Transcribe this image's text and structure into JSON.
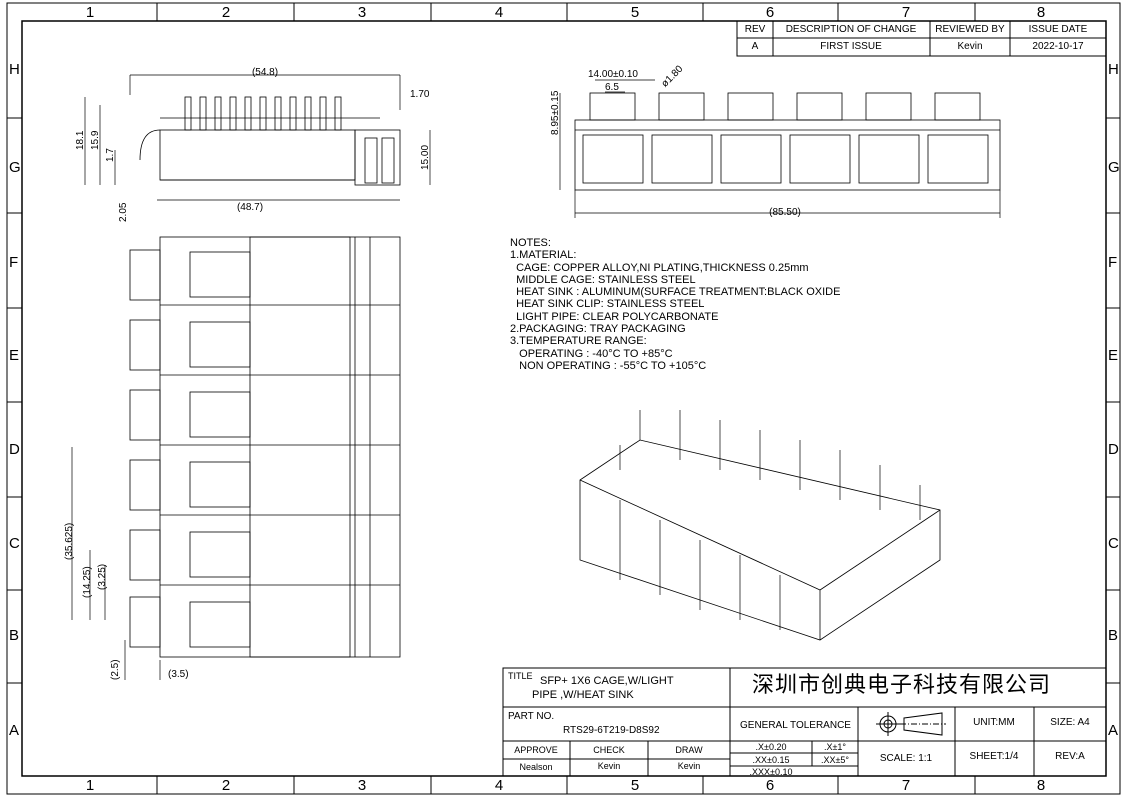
{
  "grid": {
    "columns": [
      "1",
      "2",
      "3",
      "4",
      "5",
      "6",
      "7",
      "8"
    ],
    "rows": [
      "H",
      "G",
      "F",
      "E",
      "D",
      "C",
      "B",
      "A"
    ]
  },
  "revision_table": {
    "headers": [
      "REV",
      "DESCRIPTION OF CHANGE",
      "REVIEWED BY",
      "ISSUE DATE"
    ],
    "rows": [
      [
        "A",
        "FIRST ISSUE",
        "Kevin",
        "2022-10-17"
      ]
    ]
  },
  "dimensions": {
    "side_view": [
      "(54.8)",
      "1.70",
      "18.1",
      "15.9",
      "1.7",
      "15.00",
      "2.05",
      "(48.7)"
    ],
    "front_view": [
      "14.00±0.10",
      "6.5",
      "ø1.80",
      "8.95±0.15",
      "(85.50)"
    ],
    "top_view": [
      "(35.625)",
      "(14.25)",
      "(3.25)",
      "(2.5)",
      "(3.5)"
    ]
  },
  "notes": {
    "heading": "NOTES:",
    "lines": [
      "1.MATERIAL:",
      "  CAGE: COPPER ALLOY,NI PLATING,THICKNESS 0.25mm",
      "  MIDDLE CAGE: STAINLESS STEEL",
      "  HEAT SINK : ALUMINUM(SURFACE TREATMENT:BLACK OXIDE",
      "  HEAT SINK CLIP: STAINLESS STEEL",
      "  LIGHT PIPE: CLEAR POLYCARBONATE",
      "2.PACKAGING: TRAY PACKAGING",
      "3.TEMPERATURE RANGE:",
      "   OPERATING : -40°C TO +85°C",
      "   NON OPERATING : -55°C TO +105°C"
    ]
  },
  "title_block": {
    "title_label": "TITLE",
    "title_line1": "SFP+ 1X6 CAGE,W/LIGHT",
    "title_line2": "PIPE ,W/HEAT SINK",
    "company": "深圳市创典电子科技有限公司",
    "part_no_label": "PART NO.",
    "part_no": "RTS29-6T219-D8S92",
    "general_tolerance": "GENERAL TOLERANCE",
    "unit": "UNIT:MM",
    "size": "SIZE: A4",
    "approve_label": "APPROVE",
    "check_label": "CHECK",
    "draw_label": "DRAW",
    "approve": "Nealson",
    "check": "Kevin",
    "draw": "Kevin",
    "tol_x": ".X±0.20",
    "tol_xx": ".XX±0.15",
    "tol_xxx": ".XXX±0.10",
    "tol_ang_x": ".X±1°",
    "tol_ang_xx": ".XX±5°",
    "scale": "SCALE: 1:1",
    "sheet": "SHEET:1/4",
    "rev": "REV:A"
  }
}
